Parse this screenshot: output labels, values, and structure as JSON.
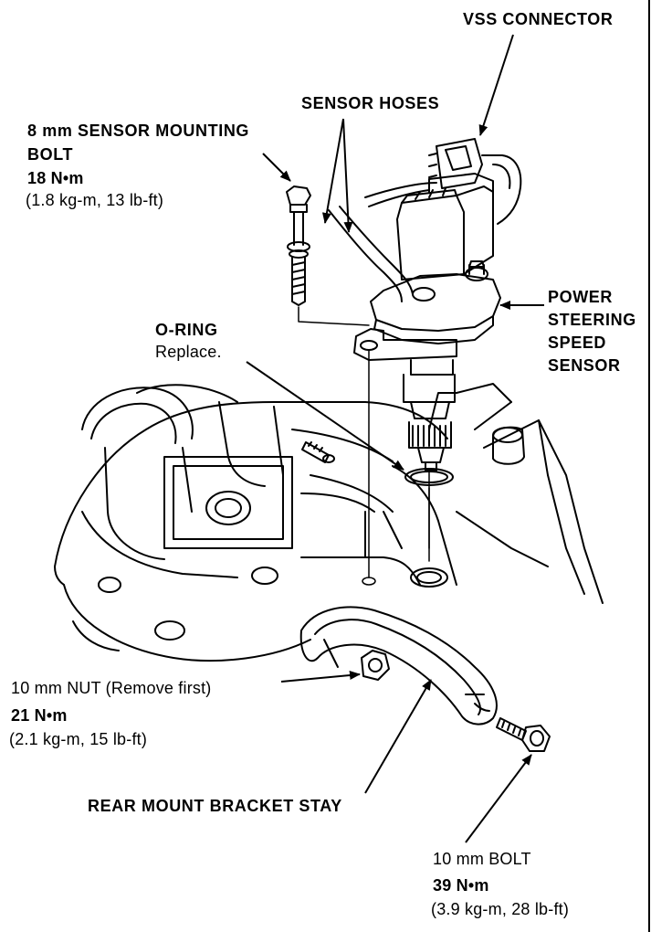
{
  "labels": {
    "vss_connector": "VSS CONNECTOR",
    "sensor_hoses": "SENSOR HOSES",
    "bolt_8mm": {
      "line1": "8 mm SENSOR MOUNTING",
      "line2": "BOLT",
      "torque": "18 N•m",
      "torque_alt": "(1.8 kg-m, 13 lb-ft)"
    },
    "o_ring": {
      "title": "O-RING",
      "note": "Replace."
    },
    "ps_speed_sensor": {
      "line1": "POWER",
      "line2": "STEERING",
      "line3": "SPEED",
      "line4": "SENSOR"
    },
    "nut_10mm": {
      "line1": "10 mm NUT (Remove first)",
      "torque": "21 N•m",
      "torque_alt": "(2.1 kg-m, 15 lb-ft)"
    },
    "bracket_stay": "REAR MOUNT BRACKET STAY",
    "bolt_10mm": {
      "line1": "10 mm BOLT",
      "torque": "39 N•m",
      "torque_alt": "(3.9 kg-m, 28 lb-ft)"
    }
  }
}
